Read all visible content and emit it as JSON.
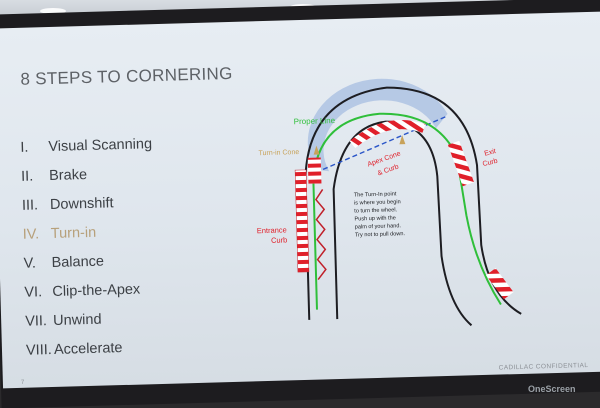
{
  "slide": {
    "title": "8 STEPS TO CORNERING",
    "steps": [
      {
        "num": "I.",
        "label": "Visual Scanning"
      },
      {
        "num": "II.",
        "label": "Brake"
      },
      {
        "num": "III.",
        "label": "Downshift"
      },
      {
        "num": "IV.",
        "label": "Turn-in"
      },
      {
        "num": "V.",
        "label": "Balance"
      },
      {
        "num": "VI.",
        "label": "Clip-the-Apex"
      },
      {
        "num": "VII.",
        "label": "Unwind"
      },
      {
        "num": "VIII.",
        "label": "Accelerate"
      }
    ],
    "highlighted_step": "Turn-in",
    "page_number": "7",
    "footer": "CADILLAC CONFIDENTIAL"
  },
  "diagram": {
    "proper_line_label": "Proper Line",
    "turn_in_cone_label": "Turn-in Cone",
    "apex_cone_line1": "Apex Cone",
    "apex_cone_line2": "& Curb",
    "exit_curb_line1": "Exit",
    "exit_curb_line2": "Curb",
    "entrance_curb_line1": "Entrance",
    "entrance_curb_line2": "Curb",
    "note_lines": [
      "The Turn-In point",
      "is where you begin",
      "to turn the wheel.",
      "Push up with the",
      "palm of your hand.",
      "Try not to pull down."
    ],
    "colors": {
      "proper_line": "#2fbf3a",
      "curb_red": "#e0202a",
      "turn_in_cone": "#c8a25a",
      "arc_highlight": "#aec3e3",
      "zigzag": "#c0202a"
    }
  },
  "monitor": {
    "brand": "OneScreen"
  }
}
